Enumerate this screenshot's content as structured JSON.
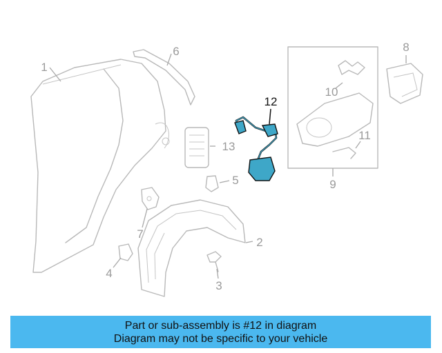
{
  "diagram": {
    "callouts": [
      {
        "id": "1",
        "label": "1"
      },
      {
        "id": "2",
        "label": "2"
      },
      {
        "id": "3",
        "label": "3"
      },
      {
        "id": "4",
        "label": "4"
      },
      {
        "id": "5",
        "label": "5"
      },
      {
        "id": "6",
        "label": "6"
      },
      {
        "id": "7",
        "label": "7"
      },
      {
        "id": "8",
        "label": "8"
      },
      {
        "id": "9",
        "label": "9"
      },
      {
        "id": "10",
        "label": "10"
      },
      {
        "id": "11",
        "label": "11"
      },
      {
        "id": "12",
        "label": "12",
        "highlighted": true
      },
      {
        "id": "13",
        "label": "13"
      }
    ],
    "highlight_color": "#3ea7c8"
  },
  "banner": {
    "line1": "Part or sub-assembly is #12 in diagram",
    "line2": "Diagram may not be specific to your vehicle",
    "background": "#4bb8ef"
  }
}
